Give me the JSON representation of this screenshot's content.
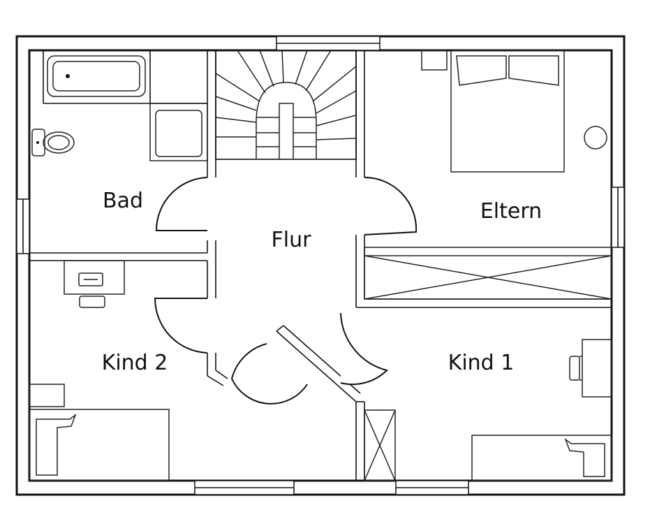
{
  "rooms": {
    "bad": "Bad",
    "flur": "Flur",
    "eltern": "Eltern",
    "kind2": "Kind 2",
    "kind1": "Kind 1"
  }
}
